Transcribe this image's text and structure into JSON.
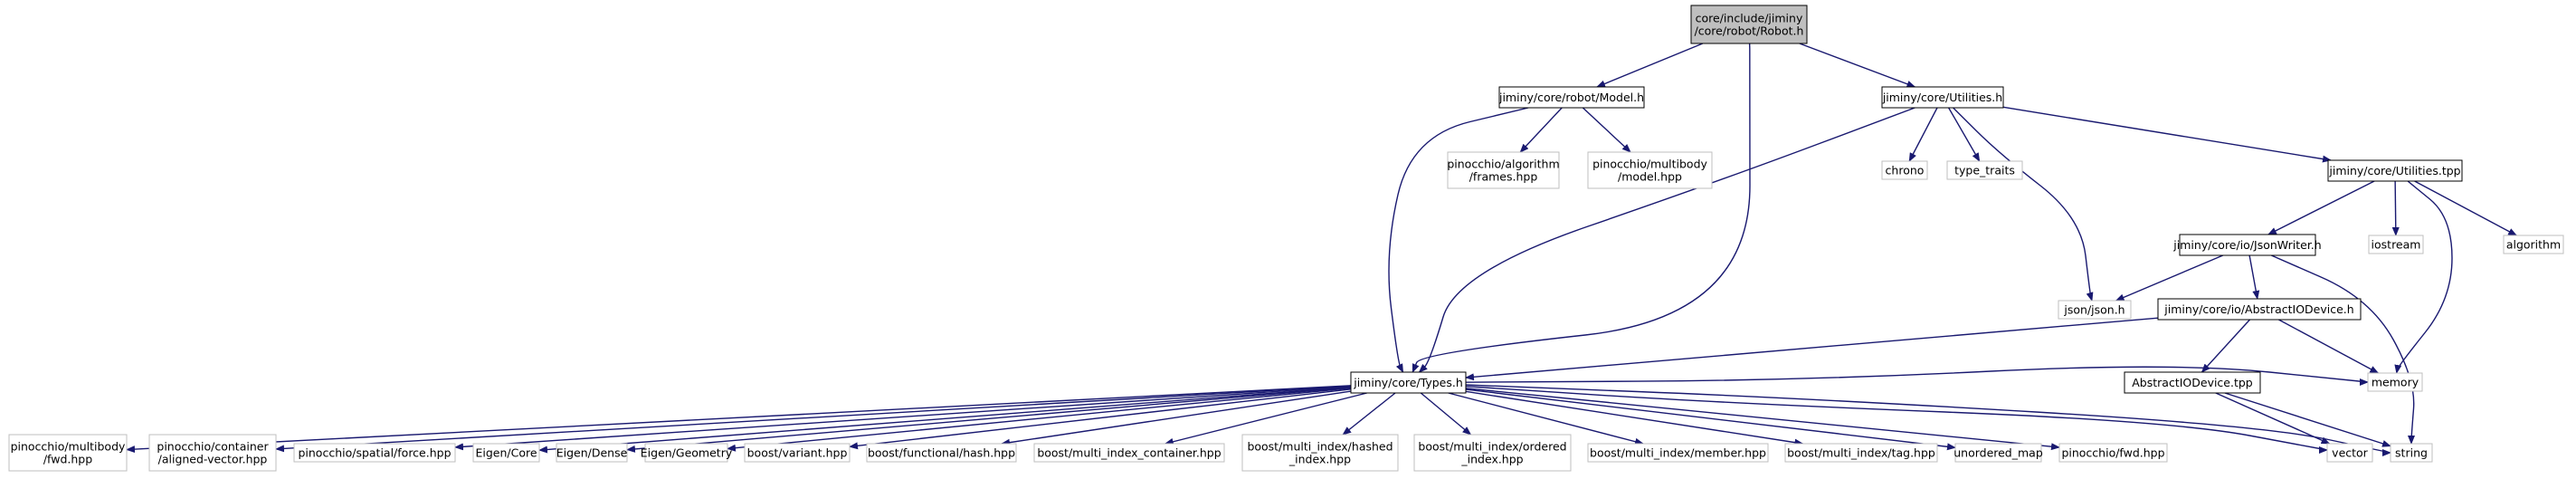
{
  "graph": {
    "colors": {
      "edge": "#191970",
      "root_fill": "#bfbfbf",
      "normal_border": "#000000",
      "external_border": "#bfbfbf",
      "text": "#000000"
    },
    "nodes": [
      {
        "id": "robot_h",
        "kind": "root",
        "lines": [
          "core/include/jiminy",
          "/core/robot/Robot.h"
        ]
      },
      {
        "id": "model_h",
        "kind": "normal",
        "lines": [
          "jiminy/core/robot/Model.h"
        ]
      },
      {
        "id": "utilities_h",
        "kind": "normal",
        "lines": [
          "jiminy/core/Utilities.h"
        ]
      },
      {
        "id": "pin_frames",
        "kind": "external",
        "lines": [
          "pinocchio/algorithm",
          "/frames.hpp"
        ]
      },
      {
        "id": "pin_model",
        "kind": "external",
        "lines": [
          "pinocchio/multibody",
          "/model.hpp"
        ]
      },
      {
        "id": "chrono",
        "kind": "external",
        "lines": [
          "chrono"
        ]
      },
      {
        "id": "type_traits",
        "kind": "external",
        "lines": [
          "type_traits"
        ]
      },
      {
        "id": "utilities_tpp",
        "kind": "normal",
        "lines": [
          "jiminy/core/Utilities.tpp"
        ]
      },
      {
        "id": "jsonwriter_h",
        "kind": "normal",
        "lines": [
          "jiminy/core/io/JsonWriter.h"
        ]
      },
      {
        "id": "iostream",
        "kind": "external",
        "lines": [
          "iostream"
        ]
      },
      {
        "id": "algorithm",
        "kind": "external",
        "lines": [
          "algorithm"
        ]
      },
      {
        "id": "json_h",
        "kind": "external",
        "lines": [
          "json/json.h"
        ]
      },
      {
        "id": "abstractiodevice_h",
        "kind": "normal",
        "lines": [
          "jiminy/core/io/AbstractIODevice.h"
        ]
      },
      {
        "id": "types_h",
        "kind": "normal",
        "lines": [
          "jiminy/core/Types.h"
        ]
      },
      {
        "id": "memory",
        "kind": "external",
        "lines": [
          "memory"
        ]
      },
      {
        "id": "abstractiodevice_tpp",
        "kind": "normal",
        "lines": [
          "AbstractIODevice.tpp"
        ]
      },
      {
        "id": "pin_fwd_mb",
        "kind": "external",
        "lines": [
          "pinocchio/multibody",
          "/fwd.hpp"
        ]
      },
      {
        "id": "pin_aligned",
        "kind": "external",
        "lines": [
          "pinocchio/container",
          "/aligned-vector.hpp"
        ]
      },
      {
        "id": "pin_force",
        "kind": "external",
        "lines": [
          "pinocchio/spatial/force.hpp"
        ]
      },
      {
        "id": "eigen_core",
        "kind": "external",
        "lines": [
          "Eigen/Core"
        ]
      },
      {
        "id": "eigen_dense",
        "kind": "external",
        "lines": [
          "Eigen/Dense"
        ]
      },
      {
        "id": "eigen_geometry",
        "kind": "external",
        "lines": [
          "Eigen/Geometry"
        ]
      },
      {
        "id": "boost_variant",
        "kind": "external",
        "lines": [
          "boost/variant.hpp"
        ]
      },
      {
        "id": "boost_hash",
        "kind": "external",
        "lines": [
          "boost/functional/hash.hpp"
        ]
      },
      {
        "id": "boost_mic",
        "kind": "external",
        "lines": [
          "boost/multi_index_container.hpp"
        ]
      },
      {
        "id": "boost_hashed",
        "kind": "external",
        "lines": [
          "boost/multi_index/hashed",
          "_index.hpp"
        ]
      },
      {
        "id": "boost_ordered",
        "kind": "external",
        "lines": [
          "boost/multi_index/ordered",
          "_index.hpp"
        ]
      },
      {
        "id": "boost_member",
        "kind": "external",
        "lines": [
          "boost/multi_index/member.hpp"
        ]
      },
      {
        "id": "boost_tag",
        "kind": "external",
        "lines": [
          "boost/multi_index/tag.hpp"
        ]
      },
      {
        "id": "unordered_map",
        "kind": "external",
        "lines": [
          "unordered_map"
        ]
      },
      {
        "id": "pin_fwd",
        "kind": "external",
        "lines": [
          "pinocchio/fwd.hpp"
        ]
      },
      {
        "id": "vector",
        "kind": "external",
        "lines": [
          "vector"
        ]
      },
      {
        "id": "string",
        "kind": "external",
        "lines": [
          "string"
        ]
      }
    ],
    "edges": [
      [
        "robot_h",
        "model_h"
      ],
      [
        "robot_h",
        "utilities_h"
      ],
      [
        "robot_h",
        "types_h"
      ],
      [
        "model_h",
        "pin_frames"
      ],
      [
        "model_h",
        "pin_model"
      ],
      [
        "model_h",
        "types_h"
      ],
      [
        "utilities_h",
        "chrono"
      ],
      [
        "utilities_h",
        "type_traits"
      ],
      [
        "utilities_h",
        "utilities_tpp"
      ],
      [
        "utilities_h",
        "json_h"
      ],
      [
        "utilities_h",
        "types_h"
      ],
      [
        "utilities_tpp",
        "jsonwriter_h"
      ],
      [
        "utilities_tpp",
        "iostream"
      ],
      [
        "utilities_tpp",
        "algorithm"
      ],
      [
        "utilities_tpp",
        "memory"
      ],
      [
        "jsonwriter_h",
        "json_h"
      ],
      [
        "jsonwriter_h",
        "abstractiodevice_h"
      ],
      [
        "jsonwriter_h",
        "string"
      ],
      [
        "abstractiodevice_h",
        "types_h"
      ],
      [
        "abstractiodevice_h",
        "memory"
      ],
      [
        "abstractiodevice_h",
        "abstractiodevice_tpp"
      ],
      [
        "abstractiodevice_tpp",
        "vector"
      ],
      [
        "abstractiodevice_tpp",
        "string"
      ],
      [
        "types_h",
        "pin_fwd_mb"
      ],
      [
        "types_h",
        "pin_aligned"
      ],
      [
        "types_h",
        "pin_force"
      ],
      [
        "types_h",
        "eigen_core"
      ],
      [
        "types_h",
        "eigen_dense"
      ],
      [
        "types_h",
        "eigen_geometry"
      ],
      [
        "types_h",
        "boost_variant"
      ],
      [
        "types_h",
        "boost_hash"
      ],
      [
        "types_h",
        "boost_mic"
      ],
      [
        "types_h",
        "boost_hashed"
      ],
      [
        "types_h",
        "boost_ordered"
      ],
      [
        "types_h",
        "boost_member"
      ],
      [
        "types_h",
        "boost_tag"
      ],
      [
        "types_h",
        "unordered_map"
      ],
      [
        "types_h",
        "pin_fwd"
      ],
      [
        "types_h",
        "vector"
      ],
      [
        "types_h",
        "string"
      ],
      [
        "types_h",
        "memory"
      ]
    ]
  }
}
